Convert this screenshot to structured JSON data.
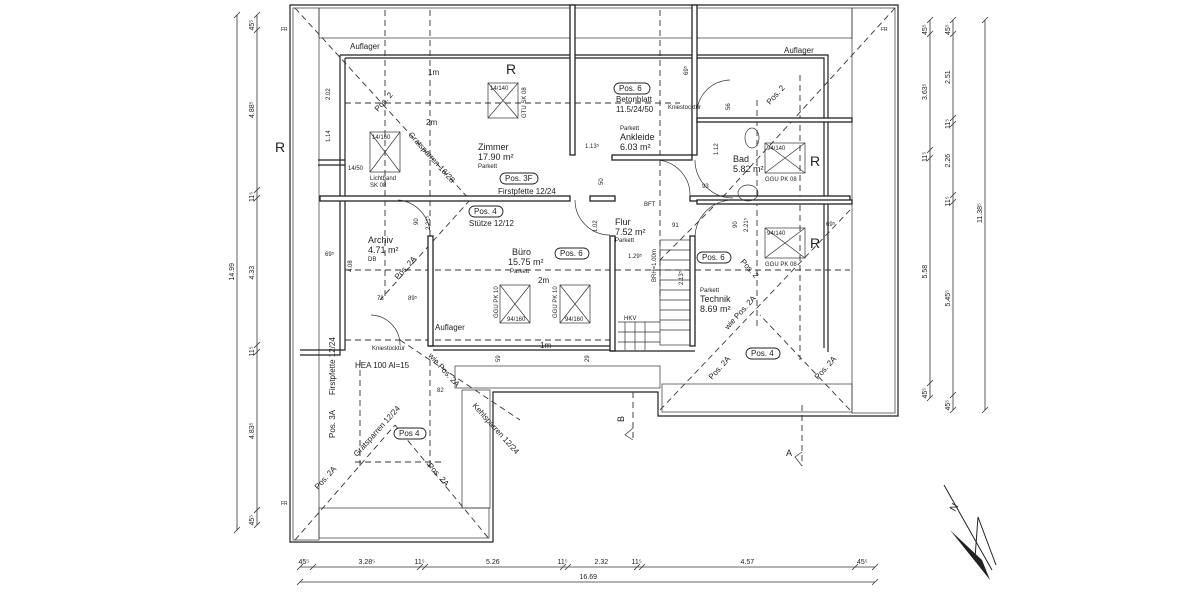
{
  "rooms": {
    "zimmer": {
      "name": "Zimmer",
      "area": "17.90 m²",
      "floor": "Parkett"
    },
    "ankleide": {
      "name": "Ankleide",
      "area": "6.03 m²",
      "floor": "Parkett"
    },
    "bad": {
      "name": "Bad",
      "area": "5.82 m²"
    },
    "flur": {
      "name": "Flur",
      "area": "7.52 m²",
      "floor": "Parkett"
    },
    "buero": {
      "name": "Büro",
      "area": "15.75 m²",
      "floor": "Parkett"
    },
    "archiv": {
      "name": "Archiv",
      "area": "4.71 m²",
      "floor": "DB"
    },
    "technik": {
      "name": "Technik",
      "area": "8.69 m²",
      "floor": "Parkett"
    }
  },
  "annotations": {
    "auflager": "Auflager",
    "roof_mark": "R",
    "line_1m": "1m",
    "line_2m": "2m",
    "pos6": "Pos. 6",
    "betonblatt": "Betonblatt",
    "betonblatt_size": "11.5/24/50",
    "kniestocktuer": "Kniestocktür",
    "pos3f": "Pos. 3F",
    "firstpfette": "Firstpfette 12/24",
    "pos4": "Pos. 4",
    "stuetze": "Stütze 12/12",
    "pos2": "Pos. 2",
    "pos2a": "Pos. 2A",
    "wie_pos2a": "wie Pos. 2A",
    "pos3a": "Pos. 3A",
    "pos4_small": "Pos 4",
    "gratsparren_16": "Gratsparren 16/28",
    "gratsparren_12": "Gratsparren 12/24",
    "kehlsparren": "Kehlsparren 12/24",
    "hea": "HEA 100 Al=15",
    "brh": "BRH=1.00m",
    "bft": "BFT",
    "hkv": "HKV",
    "fr": "FR",
    "section_a": "A",
    "section_b": "B",
    "north": "N"
  },
  "windows": {
    "w1_size": "14/140",
    "w1_type": "GTU SK 08",
    "w2_size": "14/160",
    "w2_size_b": "14/50",
    "w2_type": "Lichtband",
    "w2_type_b": "SK 08",
    "w3_size": "94/160",
    "w3_type": "GGU PK 10",
    "w4_size": "94/140",
    "w4_type": "GGU PK 08"
  },
  "dimensions": {
    "left_total": "14.99",
    "left": [
      "45⁵",
      "4.88⁵",
      "11⁵",
      "4.33",
      "11⁵",
      "4.83⁵",
      "45⁵"
    ],
    "right_a": [
      "45⁵",
      "3.63⁵",
      "11⁵",
      "5.58",
      "45⁵"
    ],
    "right_b": [
      "45⁵",
      "2.51",
      "11⁵",
      "2.26",
      "11⁵",
      "5.45⁵",
      "45⁵"
    ],
    "right_total": "11.38⁵",
    "bottom": [
      "45⁵",
      "3.28⁵",
      "11⁵",
      "5.26",
      "11⁵",
      "2.32",
      "11⁵",
      "4.57",
      "45⁵"
    ],
    "bottom_total": "16.69",
    "inner": {
      "d202": "2.02",
      "d114": "1.14",
      "d11": "11⁵",
      "d69": "69⁵",
      "d408": "4.08",
      "d78": "78",
      "d89": "89⁵",
      "d82": "82",
      "d113": "1.13⁵",
      "d129": "1.29⁵",
      "d91": "91",
      "d93": "93",
      "d50": "50",
      "d90": "90",
      "d221": "2.21⁵",
      "d102": "1.02",
      "d213": "2.13⁵",
      "d59": "59",
      "d29": "29",
      "d112": "1.12",
      "d56": "56",
      "d12": "12"
    }
  }
}
